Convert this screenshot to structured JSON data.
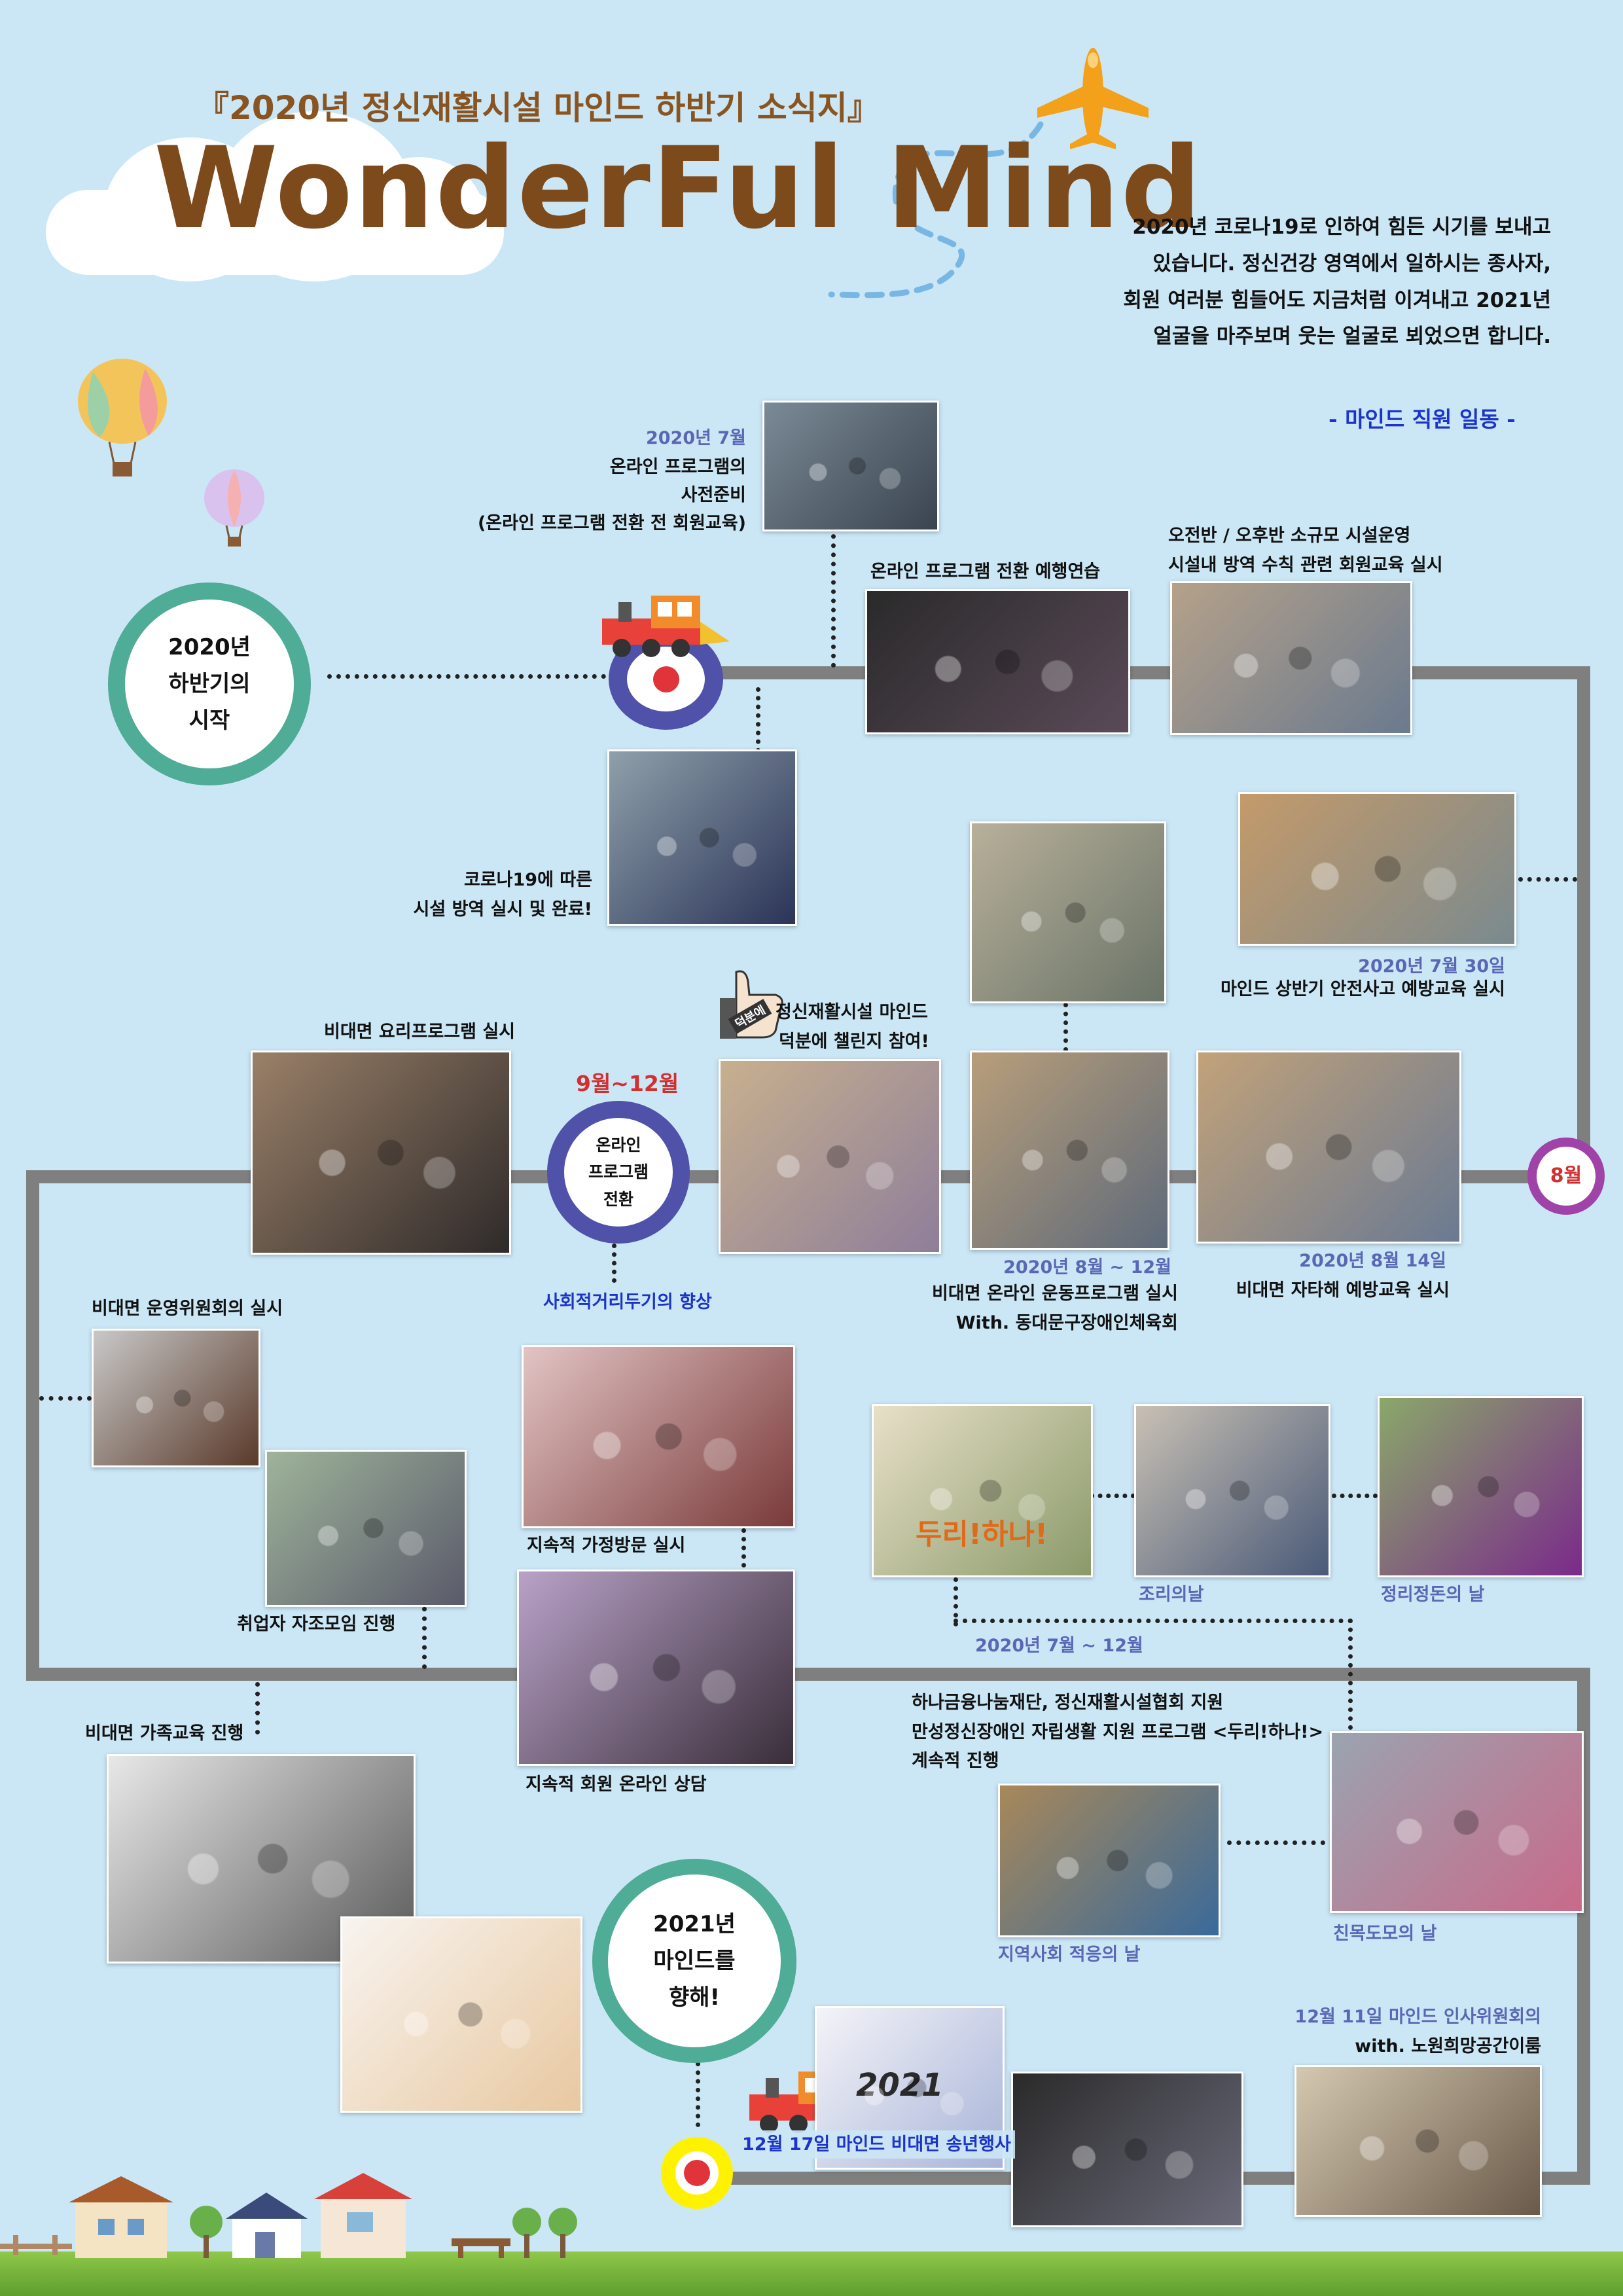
{
  "header": {
    "subtitle": "『2020년 정신재활시설 마인드 하반기 소식지』",
    "title": "WonderFul Mind",
    "intro_lines": [
      "2020년 코로나19로 인하여 힘든 시기를 보내고",
      "있습니다.  정신건강 영역에서 일하시는 종사자,",
      "회원 여러분 힘들어도 지금처럼 이겨내고 2021년",
      "얼굴을 마주보며 웃는 얼굴로 뵈었으면 합니다."
    ],
    "signature": "- 마인드 직원 일동 -"
  },
  "circles": {
    "start": [
      "2020년",
      "하반기의",
      "시작"
    ],
    "online": [
      "온라인",
      "프로그램",
      "전환"
    ],
    "august": "8월",
    "end": [
      "2021년",
      "마인드를",
      "향해!"
    ]
  },
  "thumbs_up_badge": "덕분에",
  "items": {
    "prep_date": "2020년 7월",
    "prep_lines": [
      "온라인 프로그램의",
      "사전준비",
      "(온라인 프로그램 전환 전 회원교육)"
    ],
    "practice": "온라인 프로그램 전환  예행연습",
    "smallgroup_lines": [
      "오전반 / 오후반 소규모 시설운영",
      "시설내 방역 수칙 관련 회원교육 실시"
    ],
    "disinfect_lines": [
      "코로나19에 따른",
      "시설 방역 실시 및 완료!"
    ],
    "safety_date": "2020년 7월 30일",
    "safety": "마인드 상반기 안전사고 예방교육 실시",
    "cooking": "비대면 요리프로그램 실시",
    "period": "9월~12월",
    "challenge_lines": [
      "정신재활시설 마인드",
      "덕분에 챌린지 참여!"
    ],
    "distancing": "사회적거리두기의 향상",
    "exercise_date": "2020년 8월 ~ 12월",
    "exercise_lines": [
      "비대면 온라인 운동프로그램 실시",
      "With. 동대문구장애인체육회"
    ],
    "selfharm_date": "2020년 8월 14일",
    "selfharm": "비대면 자타해 예방교육 실시",
    "committee": "비대면 운영위원회의 실시",
    "selfhelp": "취업자 자조모임 진행",
    "homevisit": "지속적 가정방문 실시",
    "counsel": "지속적 회원 온라인 상담",
    "family": "비대면 가족교육 진행",
    "cooking_day": "조리의날",
    "cleaning_day": "정리정돈의 날",
    "program_date": "2020년 7월 ~ 12월",
    "program_lines": [
      "하나금융나눔재단, 정신재활시설협회 지원",
      "만성정신장애인 자립생활 지원 프로그램 <두리!하나!>",
      "계속적 진행"
    ],
    "community_day": "지역사회 적응의 날",
    "friendship_day": "친목도모의 날",
    "hr_lines": [
      "12월 11일 마인드 인사위원회의",
      "with. 노원희망공간이룸"
    ],
    "yearend": "12월 17일 마인드 비대면 송년행사"
  },
  "photo_text": {
    "banner_title": "두리!하나!",
    "newyear": "2021"
  }
}
